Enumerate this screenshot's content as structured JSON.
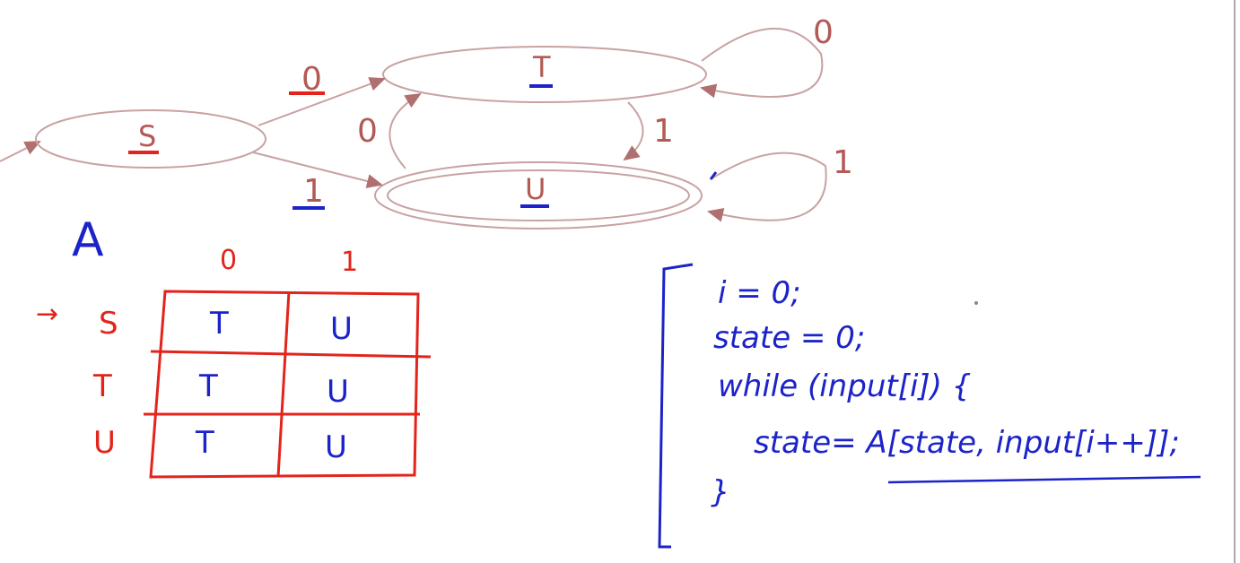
{
  "diagram": {
    "states": [
      {
        "name": "S",
        "start": true,
        "accepting": false
      },
      {
        "name": "T",
        "start": false,
        "accepting": false
      },
      {
        "name": "U",
        "start": false,
        "accepting": true
      }
    ],
    "transitions": [
      {
        "from": "S",
        "to": "T",
        "label": "0"
      },
      {
        "from": "S",
        "to": "U",
        "label": "1"
      },
      {
        "from": "U",
        "to": "T",
        "label": "0"
      },
      {
        "from": "T",
        "to": "U",
        "label": "1"
      },
      {
        "from": "T",
        "to": "T",
        "label": "0"
      },
      {
        "from": "U",
        "to": "U",
        "label": "1"
      }
    ]
  },
  "table": {
    "name": "A",
    "columns": [
      "0",
      "1"
    ],
    "start_marker": "→",
    "rows": [
      {
        "state": "S",
        "cells": [
          "T",
          "U"
        ]
      },
      {
        "state": "T",
        "cells": [
          "T",
          "U"
        ]
      },
      {
        "state": "U",
        "cells": [
          "T",
          "U"
        ]
      }
    ]
  },
  "code": [
    "i = 0;",
    "state = 0;",
    "while (input[i]) {",
    "state= A[state, input[i++]];",
    "}"
  ],
  "colors": {
    "edge": "#c9a2a2",
    "label": "#b35a55",
    "red": "#e3241c",
    "blue": "#1c23c8"
  }
}
